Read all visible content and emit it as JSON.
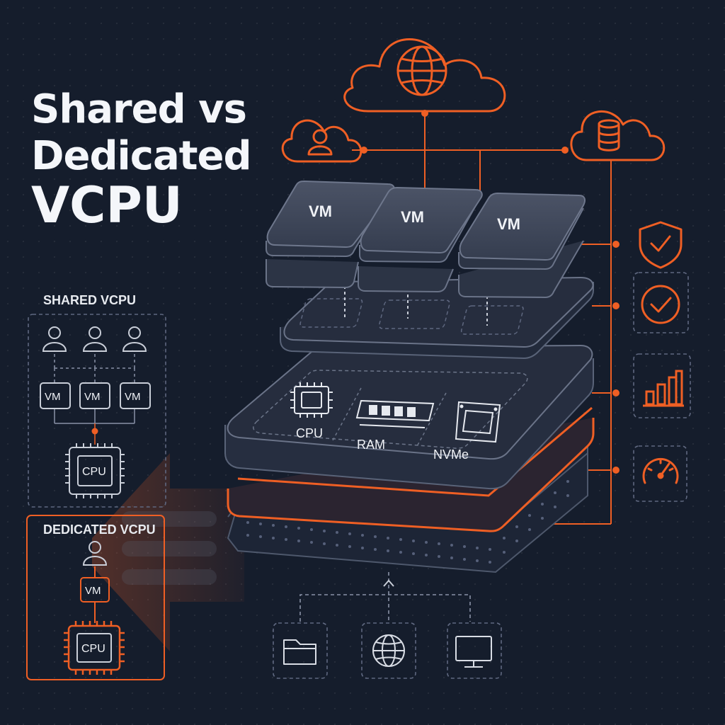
{
  "title": {
    "line1": "Shared vs",
    "line2": "Dedicated",
    "line3": "VCPU"
  },
  "colors": {
    "accent": "#ef5f24",
    "background": "#151d2c",
    "outline": "#6c7589",
    "text": "#f1f3f7"
  },
  "cloud_icons": [
    "globe-icon",
    "user-icon",
    "database-icon"
  ],
  "vm_stack": {
    "vm_labels": [
      "VM",
      "VM",
      "VM"
    ]
  },
  "hardware": {
    "components": [
      {
        "label": "CPU",
        "icon": "cpu-chip-icon"
      },
      {
        "label": "RAM",
        "icon": "ram-module-icon"
      },
      {
        "label": "NVMe",
        "icon": "nvme-drive-icon"
      }
    ]
  },
  "side_icons": [
    "shield-check-icon",
    "check-circle-icon",
    "bar-chart-icon",
    "speedometer-icon"
  ],
  "bottom_icons": [
    "folder-icon",
    "globe-icon",
    "monitor-icon"
  ],
  "shared": {
    "title": "SHARED VCPU",
    "vm_labels": [
      "VM",
      "VM",
      "VM"
    ],
    "cpu_label": "CPU"
  },
  "dedicated": {
    "title": "DEDICATED VCPU",
    "vm_label": "VM",
    "cpu_label": "CPU"
  }
}
